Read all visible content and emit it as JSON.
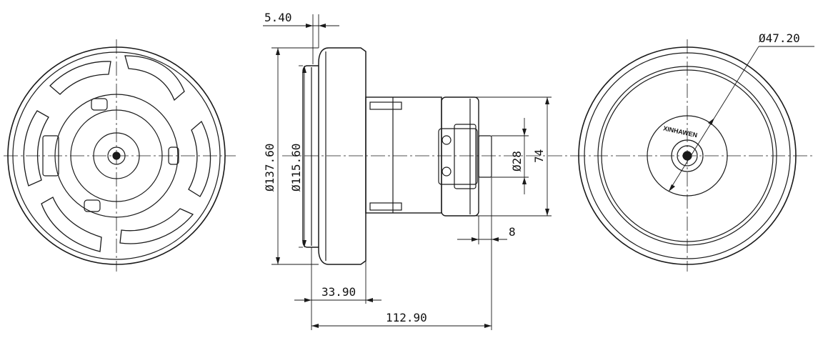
{
  "dimensions": {
    "flange_thickness": "5.40",
    "outer_diameter": "Ø137.60",
    "inner_diameter": "Ø115.60",
    "housing_diameter": "Ø28",
    "motor_height": "74",
    "shaft_length": "8",
    "impeller_depth": "33.90",
    "overall_length": "112.90",
    "rear_circle_diameter": "Ø47.20"
  },
  "label_text": {
    "brand_marking": "XINHAWEN"
  },
  "colors": {
    "line": "#1a1a1a",
    "background": "#ffffff"
  }
}
